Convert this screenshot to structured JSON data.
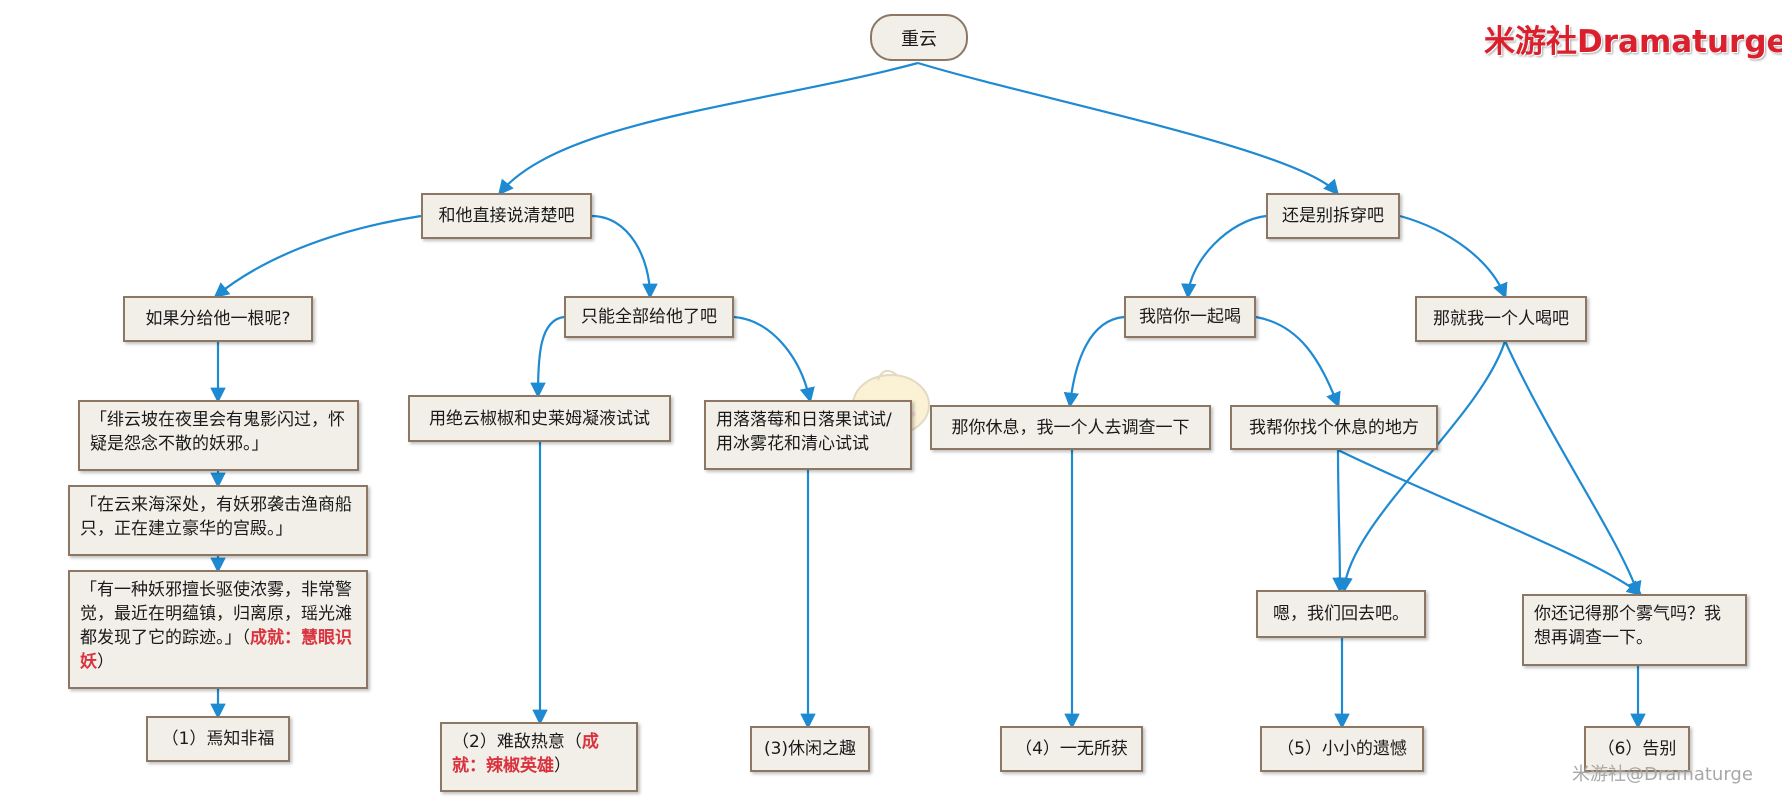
{
  "brand": {
    "title": "米游社Dramaturge"
  },
  "watermark": {
    "text": "米游社@Dramaturge"
  },
  "colors": {
    "edge": "#1e8ad2",
    "node_bg": "#f2efe8",
    "node_border": "#8b7764",
    "achievement": "#d9333f"
  },
  "nodes": {
    "root": "重云",
    "choice_left": "和他直接说清楚吧",
    "choice_right": "还是别拆穿吧",
    "l_share": "如果分给他一根呢?",
    "l_all": "只能全部给他了吧",
    "r_accompany": "我陪你一起喝",
    "r_alone": "那就我一个人喝吧",
    "rumor_1": "「绯云坡在夜里会有鬼影闪过，怀疑是怨念不散的妖邪。」",
    "rumor_2": "「在云来海深处，有妖邪袭击渔商船只，正在建立豪华的宫殿。」",
    "rumor_3_text": "「有一种妖邪擅长驱使浓雾，非常警觉，最近在明蕴镇，归离原，瑶光滩都发现了它的踪迹。」（",
    "rumor_3_achievement": "成就：慧眼识妖",
    "rumor_3_close": "）",
    "try_pepper": "用绝云椒椒和史莱姆凝液试试",
    "try_flower": "用落落莓和日落果试试/用冰雾花和清心试试",
    "rest_investigate": "那你休息，我一个人去调查一下",
    "find_rest": "我帮你找个休息的地方",
    "go_back": "嗯，我们回去吧。",
    "remember_fog": "你还记得那个雾气吗？我想再调查一下。"
  },
  "endings": {
    "e1": "（1）焉知非福",
    "e2_text": "（2）难敌热意（",
    "e2_achievement": "成就：辣椒英雄",
    "e2_close": "）",
    "e3": "(3)休闲之趣",
    "e4": "（4）一无所获",
    "e5": "（5）小小的遗憾",
    "e6": "（6）告别"
  }
}
